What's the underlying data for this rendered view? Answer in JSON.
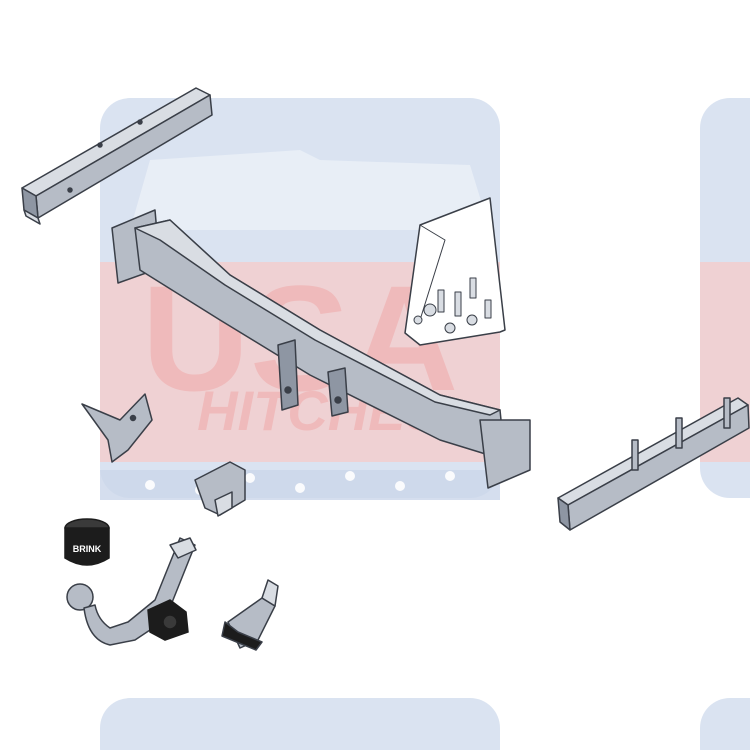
{
  "watermark": {
    "line1": "USA",
    "line2": "HITCHES",
    "color_blue": "#c9d6ea",
    "color_red": "#f2c4c4"
  },
  "box_label": "BRINK",
  "colors": {
    "metal": "#b6bcc6",
    "metal_dark": "#8e96a3",
    "metal_light": "#d9dde3",
    "outline": "#3a3f48",
    "black": "#1c1c1c"
  }
}
